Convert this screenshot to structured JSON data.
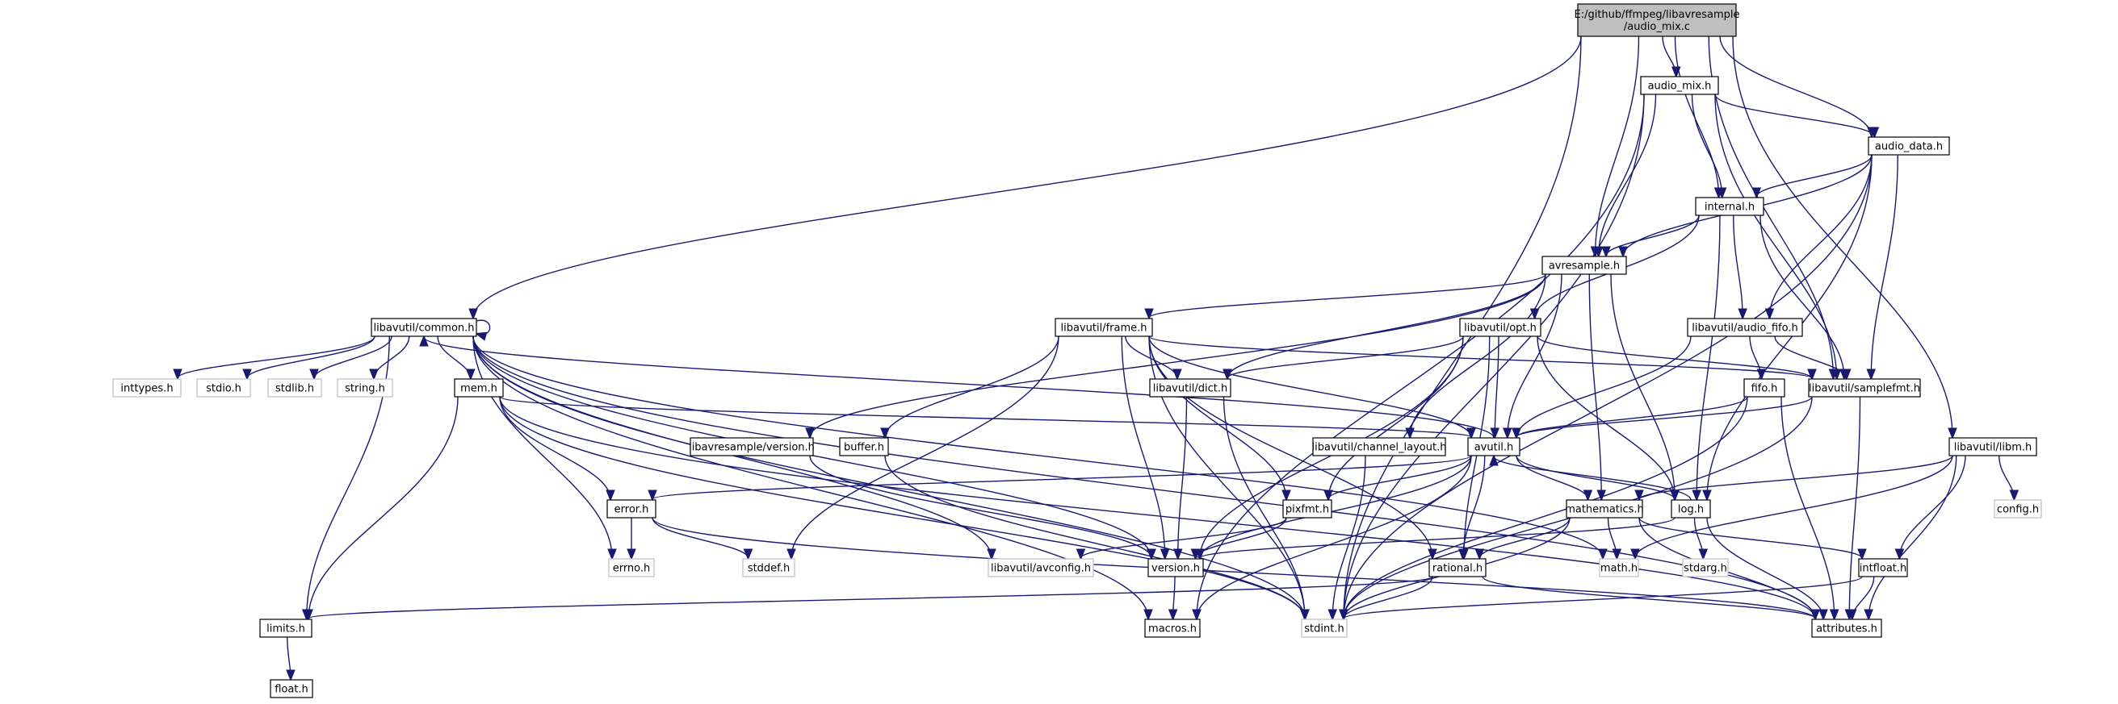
{
  "diagram": {
    "type": "include-dependency-graph",
    "colors": {
      "edge": "#191970",
      "main_fill": "#bfbfbf",
      "external_border": "#bfbfbf"
    },
    "nodes": [
      {
        "id": "n_main",
        "lines": [
          "E:/github/ffmpeg/libavresample",
          "/audio_mix.c"
        ],
        "kind": "main"
      },
      {
        "id": "n_audio_mix_h",
        "lines": [
          "audio_mix.h"
        ],
        "kind": "normal"
      },
      {
        "id": "n_audio_data_h",
        "lines": [
          "audio_data.h"
        ],
        "kind": "normal"
      },
      {
        "id": "n_internal_h",
        "lines": [
          "internal.h"
        ],
        "kind": "normal"
      },
      {
        "id": "n_avresample_h",
        "lines": [
          "avresample.h"
        ],
        "kind": "normal"
      },
      {
        "id": "n_common_h",
        "lines": [
          "libavutil/common.h"
        ],
        "kind": "normal"
      },
      {
        "id": "n_inttypes_h",
        "lines": [
          "inttypes.h"
        ],
        "kind": "external"
      },
      {
        "id": "n_stdio_h",
        "lines": [
          "stdio.h"
        ],
        "kind": "external"
      },
      {
        "id": "n_stdlib_h",
        "lines": [
          "stdlib.h"
        ],
        "kind": "external"
      },
      {
        "id": "n_string_h",
        "lines": [
          "string.h"
        ],
        "kind": "external"
      },
      {
        "id": "n_mem_h",
        "lines": [
          "mem.h"
        ],
        "kind": "normal"
      },
      {
        "id": "n_frame_h",
        "lines": [
          "libavutil/frame.h"
        ],
        "kind": "normal"
      },
      {
        "id": "n_opt_h",
        "lines": [
          "libavutil/opt.h"
        ],
        "kind": "normal"
      },
      {
        "id": "n_audio_fifo_h",
        "lines": [
          "libavutil/audio_fifo.h"
        ],
        "kind": "normal"
      },
      {
        "id": "n_fifo_h",
        "lines": [
          "fifo.h"
        ],
        "kind": "normal"
      },
      {
        "id": "n_samplefmt_h",
        "lines": [
          "libavutil/samplefmt.h"
        ],
        "kind": "normal"
      },
      {
        "id": "n_dict_h",
        "lines": [
          "libavutil/dict.h"
        ],
        "kind": "normal"
      },
      {
        "id": "n_buffer_h",
        "lines": [
          "buffer.h"
        ],
        "kind": "normal"
      },
      {
        "id": "n_avr_version_h",
        "lines": [
          "libavresample/version.h"
        ],
        "kind": "normal"
      },
      {
        "id": "n_channel_layout_h",
        "lines": [
          "libavutil/channel_layout.h"
        ],
        "kind": "normal"
      },
      {
        "id": "n_avutil_h",
        "lines": [
          "avutil.h"
        ],
        "kind": "normal"
      },
      {
        "id": "n_libm_h",
        "lines": [
          "libavutil/libm.h"
        ],
        "kind": "normal"
      },
      {
        "id": "n_config_h",
        "lines": [
          "config.h"
        ],
        "kind": "external"
      },
      {
        "id": "n_error_h",
        "lines": [
          "error.h"
        ],
        "kind": "normal"
      },
      {
        "id": "n_pixfmt_h",
        "lines": [
          "pixfmt.h"
        ],
        "kind": "normal"
      },
      {
        "id": "n_mathematics_h",
        "lines": [
          "mathematics.h"
        ],
        "kind": "normal"
      },
      {
        "id": "n_log_h",
        "lines": [
          "log.h"
        ],
        "kind": "normal"
      },
      {
        "id": "n_errno_h",
        "lines": [
          "errno.h"
        ],
        "kind": "external"
      },
      {
        "id": "n_stddef_h",
        "lines": [
          "stddef.h"
        ],
        "kind": "external"
      },
      {
        "id": "n_avconfig_h",
        "lines": [
          "libavutil/avconfig.h"
        ],
        "kind": "external"
      },
      {
        "id": "n_version_h",
        "lines": [
          "version.h"
        ],
        "kind": "normal"
      },
      {
        "id": "n_rational_h",
        "lines": [
          "rational.h"
        ],
        "kind": "normal"
      },
      {
        "id": "n_math_h",
        "lines": [
          "math.h"
        ],
        "kind": "external"
      },
      {
        "id": "n_stdarg_h",
        "lines": [
          "stdarg.h"
        ],
        "kind": "external"
      },
      {
        "id": "n_intfloat_h",
        "lines": [
          "intfloat.h"
        ],
        "kind": "normal"
      },
      {
        "id": "n_limits_h",
        "lines": [
          "limits.h"
        ],
        "kind": "normal"
      },
      {
        "id": "n_macros_h",
        "lines": [
          "macros.h"
        ],
        "kind": "normal"
      },
      {
        "id": "n_stdint_h",
        "lines": [
          "stdint.h"
        ],
        "kind": "external"
      },
      {
        "id": "n_attributes_h",
        "lines": [
          "attributes.h"
        ],
        "kind": "normal"
      },
      {
        "id": "n_float_h",
        "lines": [
          "float.h"
        ],
        "kind": "normal"
      }
    ],
    "edges": [
      [
        "n_main",
        "n_audio_mix_h"
      ],
      [
        "n_main",
        "n_audio_data_h"
      ],
      [
        "n_main",
        "n_internal_h"
      ],
      [
        "n_main",
        "n_avresample_h"
      ],
      [
        "n_main",
        "n_common_h"
      ],
      [
        "n_main",
        "n_samplefmt_h"
      ],
      [
        "n_main",
        "n_libm_h"
      ],
      [
        "n_main",
        "n_stdint_h"
      ],
      [
        "n_audio_mix_h",
        "n_audio_data_h"
      ],
      [
        "n_audio_mix_h",
        "n_internal_h"
      ],
      [
        "n_audio_mix_h",
        "n_avresample_h"
      ],
      [
        "n_audio_mix_h",
        "n_samplefmt_h"
      ],
      [
        "n_audio_mix_h",
        "n_stdint_h"
      ],
      [
        "n_audio_mix_h",
        "n_macros_h"
      ],
      [
        "n_audio_data_h",
        "n_internal_h"
      ],
      [
        "n_audio_data_h",
        "n_avresample_h"
      ],
      [
        "n_audio_data_h",
        "n_audio_fifo_h"
      ],
      [
        "n_audio_data_h",
        "n_samplefmt_h"
      ],
      [
        "n_audio_data_h",
        "n_log_h"
      ],
      [
        "n_audio_data_h",
        "n_stdint_h"
      ],
      [
        "n_internal_h",
        "n_avresample_h"
      ],
      [
        "n_internal_h",
        "n_opt_h"
      ],
      [
        "n_internal_h",
        "n_audio_fifo_h"
      ],
      [
        "n_internal_h",
        "n_samplefmt_h"
      ],
      [
        "n_internal_h",
        "n_log_h"
      ],
      [
        "n_avresample_h",
        "n_frame_h"
      ],
      [
        "n_avresample_h",
        "n_dict_h"
      ],
      [
        "n_avresample_h",
        "n_avr_version_h"
      ],
      [
        "n_avresample_h",
        "n_channel_layout_h"
      ],
      [
        "n_avresample_h",
        "n_avutil_h"
      ],
      [
        "n_avresample_h",
        "n_mathematics_h"
      ],
      [
        "n_avresample_h",
        "n_log_h"
      ],
      [
        "n_common_h",
        "n_common_h"
      ],
      [
        "n_common_h",
        "n_inttypes_h"
      ],
      [
        "n_common_h",
        "n_stdio_h"
      ],
      [
        "n_common_h",
        "n_stdlib_h"
      ],
      [
        "n_common_h",
        "n_string_h"
      ],
      [
        "n_common_h",
        "n_mem_h"
      ],
      [
        "n_common_h",
        "n_limits_h"
      ],
      [
        "n_common_h",
        "n_macros_h"
      ],
      [
        "n_common_h",
        "n_stdint_h"
      ],
      [
        "n_common_h",
        "n_attributes_h"
      ],
      [
        "n_common_h",
        "n_errno_h"
      ],
      [
        "n_common_h",
        "n_avconfig_h"
      ],
      [
        "n_common_h",
        "n_version_h"
      ],
      [
        "n_common_h",
        "n_math_h"
      ],
      [
        "n_mem_h",
        "n_error_h"
      ],
      [
        "n_mem_h",
        "n_limits_h"
      ],
      [
        "n_mem_h",
        "n_stdint_h"
      ],
      [
        "n_mem_h",
        "n_attributes_h"
      ],
      [
        "n_mem_h",
        "n_avutil_h"
      ],
      [
        "n_frame_h",
        "n_buffer_h"
      ],
      [
        "n_frame_h",
        "n_dict_h"
      ],
      [
        "n_frame_h",
        "n_samplefmt_h"
      ],
      [
        "n_frame_h",
        "n_pixfmt_h"
      ],
      [
        "n_frame_h",
        "n_avutil_h"
      ],
      [
        "n_frame_h",
        "n_version_h"
      ],
      [
        "n_frame_h",
        "n_rational_h"
      ],
      [
        "n_frame_h",
        "n_stdint_h"
      ],
      [
        "n_frame_h",
        "n_stddef_h"
      ],
      [
        "n_opt_h",
        "n_dict_h"
      ],
      [
        "n_opt_h",
        "n_avutil_h"
      ],
      [
        "n_opt_h",
        "n_samplefmt_h"
      ],
      [
        "n_opt_h",
        "n_pixfmt_h"
      ],
      [
        "n_opt_h",
        "n_log_h"
      ],
      [
        "n_opt_h",
        "n_rational_h"
      ],
      [
        "n_opt_h",
        "n_version_h"
      ],
      [
        "n_audio_fifo_h",
        "n_fifo_h"
      ],
      [
        "n_audio_fifo_h",
        "n_samplefmt_h"
      ],
      [
        "n_audio_fifo_h",
        "n_avutil_h"
      ],
      [
        "n_fifo_h",
        "n_avutil_h"
      ],
      [
        "n_fifo_h",
        "n_attributes_h"
      ],
      [
        "n_fifo_h",
        "n_stdint_h"
      ],
      [
        "n_samplefmt_h",
        "n_avutil_h"
      ],
      [
        "n_samplefmt_h",
        "n_attributes_h"
      ],
      [
        "n_samplefmt_h",
        "n_stdint_h"
      ],
      [
        "n_dict_h",
        "n_version_h"
      ],
      [
        "n_dict_h",
        "n_stdint_h"
      ],
      [
        "n_buffer_h",
        "n_stdint_h"
      ],
      [
        "n_avr_version_h",
        "n_version_h"
      ],
      [
        "n_channel_layout_h",
        "n_stdint_h"
      ],
      [
        "n_avutil_h",
        "n_common_h"
      ],
      [
        "n_avutil_h",
        "n_error_h"
      ],
      [
        "n_avutil_h",
        "n_pixfmt_h"
      ],
      [
        "n_avutil_h",
        "n_mathematics_h"
      ],
      [
        "n_avutil_h",
        "n_log_h"
      ],
      [
        "n_avutil_h",
        "n_version_h"
      ],
      [
        "n_avutil_h",
        "n_rational_h"
      ],
      [
        "n_avutil_h",
        "n_macros_h"
      ],
      [
        "n_libm_h",
        "n_config_h"
      ],
      [
        "n_libm_h",
        "n_math_h"
      ],
      [
        "n_libm_h",
        "n_attributes_h"
      ],
      [
        "n_libm_h",
        "n_intfloat_h"
      ],
      [
        "n_libm_h",
        "n_mathematics_h"
      ],
      [
        "n_error_h",
        "n_errno_h"
      ],
      [
        "n_error_h",
        "n_stddef_h"
      ],
      [
        "n_error_h",
        "n_attributes_h"
      ],
      [
        "n_pixfmt_h",
        "n_avconfig_h"
      ],
      [
        "n_pixfmt_h",
        "n_version_h"
      ],
      [
        "n_mathematics_h",
        "n_rational_h"
      ],
      [
        "n_mathematics_h",
        "n_intfloat_h"
      ],
      [
        "n_mathematics_h",
        "n_math_h"
      ],
      [
        "n_mathematics_h",
        "n_stdint_h"
      ],
      [
        "n_mathematics_h",
        "n_attributes_h"
      ],
      [
        "n_log_h",
        "n_avutil_h"
      ],
      [
        "n_log_h",
        "n_attributes_h"
      ],
      [
        "n_log_h",
        "n_version_h"
      ],
      [
        "n_log_h",
        "n_stdarg_h"
      ],
      [
        "n_version_h",
        "n_macros_h"
      ],
      [
        "n_rational_h",
        "n_stdint_h"
      ],
      [
        "n_rational_h",
        "n_limits_h"
      ],
      [
        "n_rational_h",
        "n_attributes_h"
      ],
      [
        "n_intfloat_h",
        "n_stdint_h"
      ],
      [
        "n_intfloat_h",
        "n_attributes_h"
      ],
      [
        "n_limits_h",
        "n_float_h"
      ]
    ]
  }
}
